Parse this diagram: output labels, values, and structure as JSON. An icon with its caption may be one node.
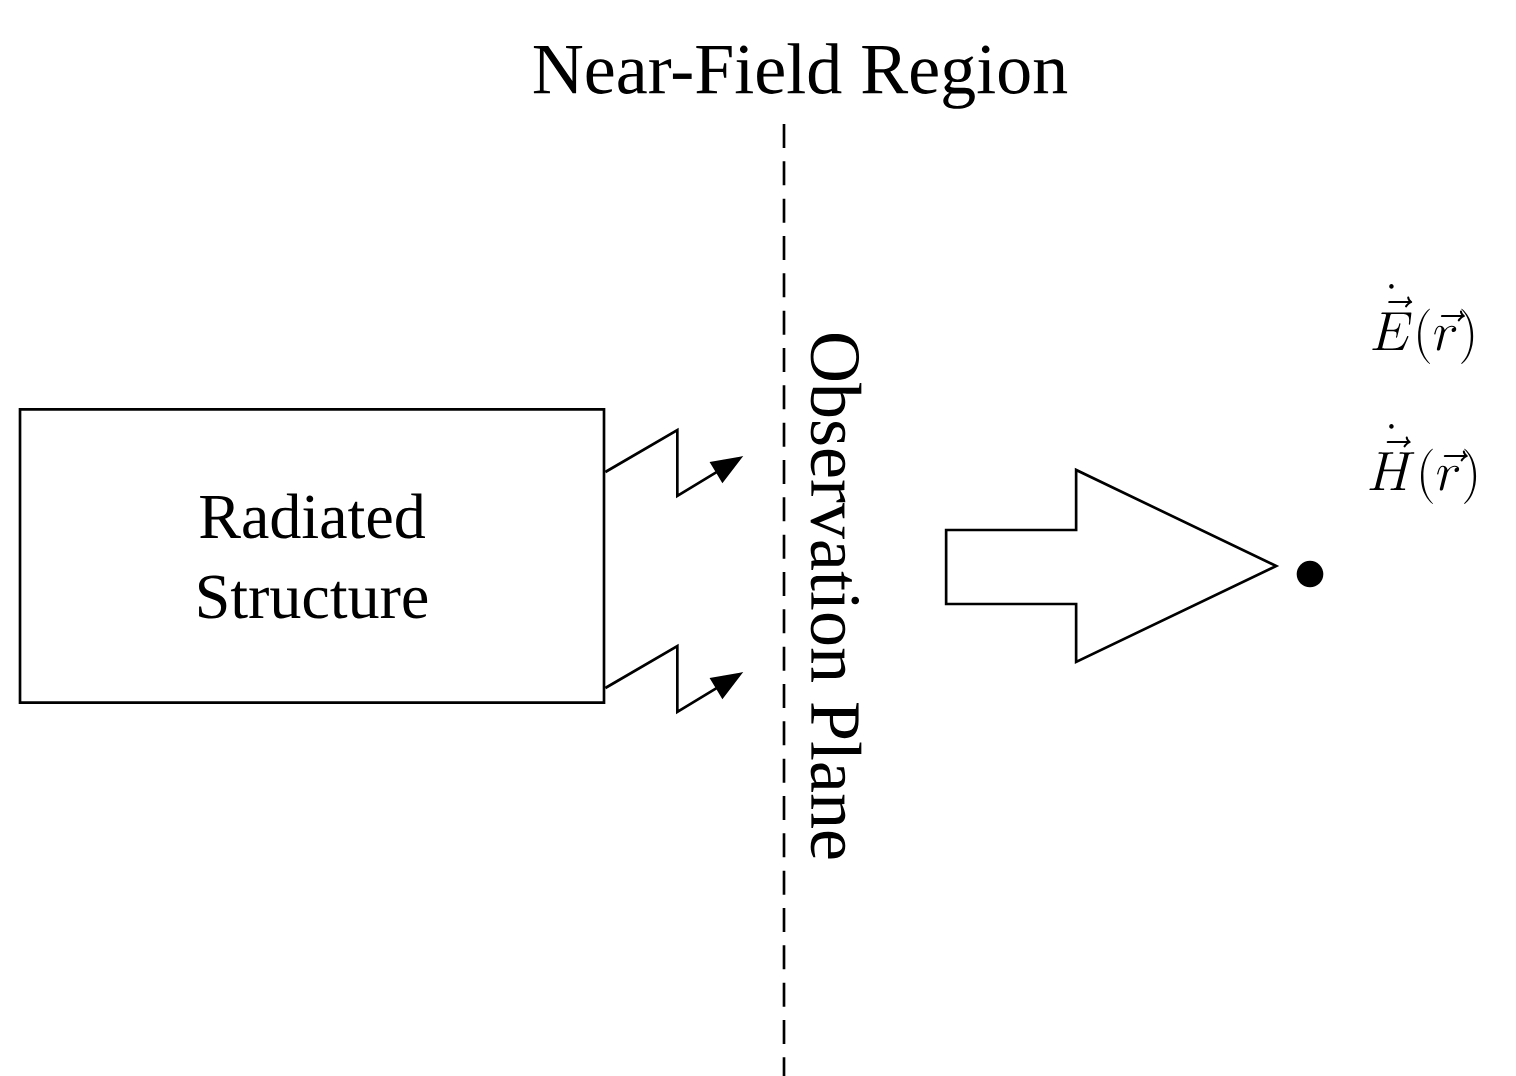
{
  "diagram": {
    "title": "Near-Field Region",
    "nodes": [
      {
        "text": [
          "Radiated Structure"
        ]
      },
      {
        "text": [
          "Observation Plane"
        ]
      },
      {
        "text": [],
        "shape": "circle"
      }
    ],
    "edges": [
      {
        "from": 0,
        "to": null,
        "arrow": "to"
      },
      {
        "from": 0,
        "to": null,
        "arrow": "to"
      },
      {
        "from": null,
        "to": 2,
        "arrow": "to"
      }
    ],
    "labels": [
      "\\dot{\\vec{E}}(\\vec{r})",
      "\\dot{\\vec{H}}(\\vec{r})"
    ]
  }
}
